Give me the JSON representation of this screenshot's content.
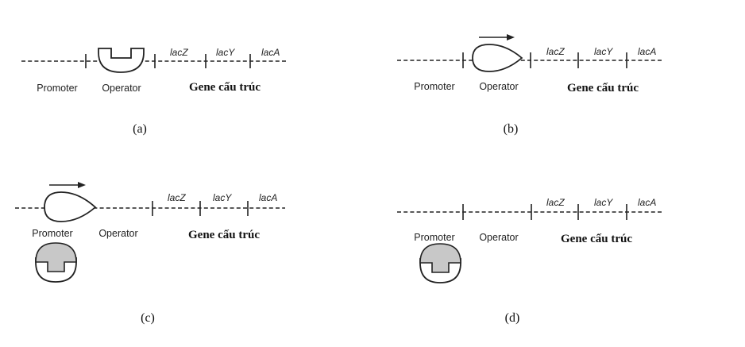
{
  "labels": {
    "promoter": "Promoter",
    "operator": "Operator",
    "structural_genes": "Gene cấu trúc",
    "lacZ": "lacZ",
    "lacY": "lacY",
    "lacA": "lacA"
  },
  "panels": [
    {
      "id": "a",
      "caption": "(a)"
    },
    {
      "id": "b",
      "caption": "(b)"
    },
    {
      "id": "c",
      "caption": "(c)"
    },
    {
      "id": "d",
      "caption": "(d)"
    }
  ],
  "colors": {
    "line": "#222222",
    "inducer_fill": "#c8c8c8",
    "background": "#ffffff"
  }
}
